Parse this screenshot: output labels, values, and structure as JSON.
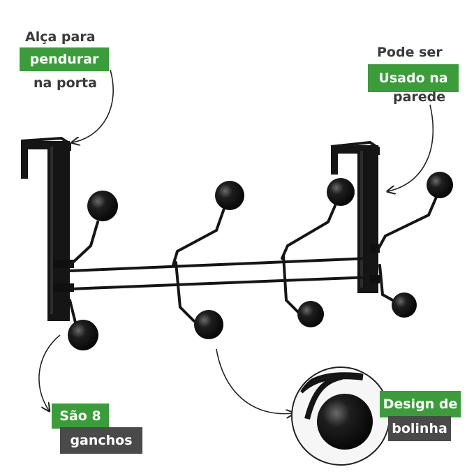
{
  "colors": {
    "green": "#3a9d3a",
    "gray": "#4a4a4a",
    "text": "#3a3a3a",
    "product": "#141414"
  },
  "callouts": {
    "hanger": {
      "line1": "Alça para",
      "line2": "pendurar",
      "line3": "na porta"
    },
    "wall": {
      "line1": "Pode ser",
      "line2": "Usado na",
      "line3": "parede"
    },
    "hooks": {
      "line1": "São 8",
      "line2": "ganchos"
    },
    "ball": {
      "line1": "Design de",
      "line2": "bolinha"
    }
  }
}
